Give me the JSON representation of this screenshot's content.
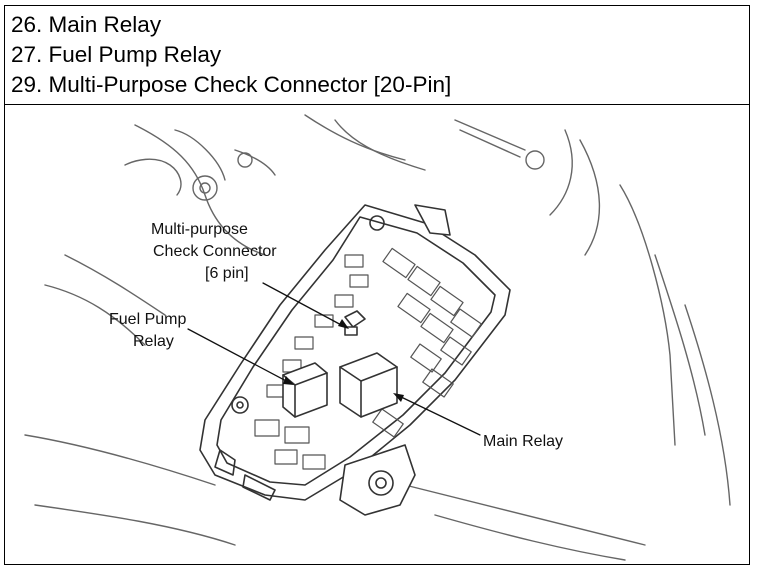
{
  "legend": {
    "items": [
      {
        "text": "26. Main Relay"
      },
      {
        "text": "27. Fuel Pump Relay"
      },
      {
        "text": "29. Multi-Purpose Check Connector [20-Pin]"
      }
    ]
  },
  "figure": {
    "callouts": {
      "check_connector": [
        "Multi-purpose",
        "Check Connector",
        "[6 pin]"
      ],
      "fuel_pump_relay": [
        "Fuel Pump",
        "Relay"
      ],
      "main_relay": "Main Relay"
    }
  }
}
